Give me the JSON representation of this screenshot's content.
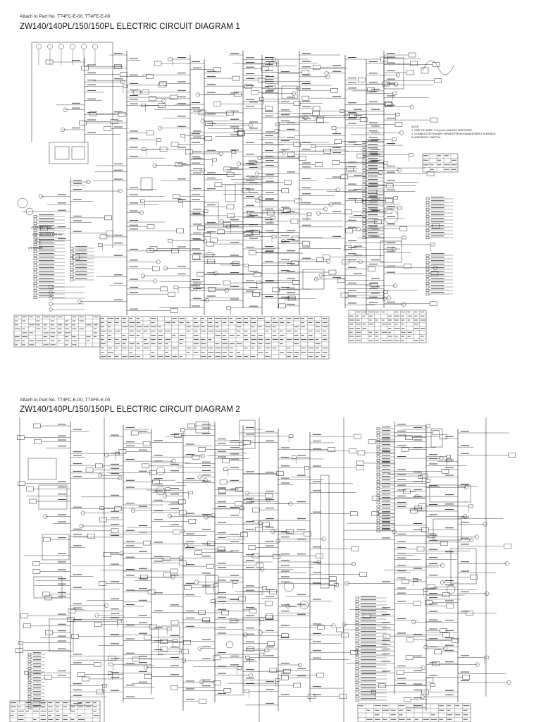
{
  "page": {
    "background": "#ffffff",
    "ink": "#1a1a1a"
  },
  "diagrams": [
    {
      "attach_note": "Attach to Part No. TT4FC-E-00, TT4FE-E-00",
      "title": "ZW140/140PL/150/150PL ELECTRIC CIRCUIT DIAGRAM 1",
      "labels": {
        "alternator": "ALTERNATOR",
        "air_heater_relay": "AIR HEATER RELAY",
        "starter": "STARTER"
      },
      "notes": [
        "NOTE",
        "1. SIZE OF WIRE: 0.5 (mm²) UNLESS SPECIFIED.",
        "2. CONNECTOR SHOWN VIEWED FROM ENGAGEMENT SURFACE.",
        "3. AMPHENOL SWITCH."
      ]
    },
    {
      "attach_note": "Attach to Part No. TT4FC-E-00, TT4FE-E-00",
      "title": "ZW140/140PL/150/150PL ELECTRIC CIRCUIT DIAGRAM 2"
    }
  ]
}
